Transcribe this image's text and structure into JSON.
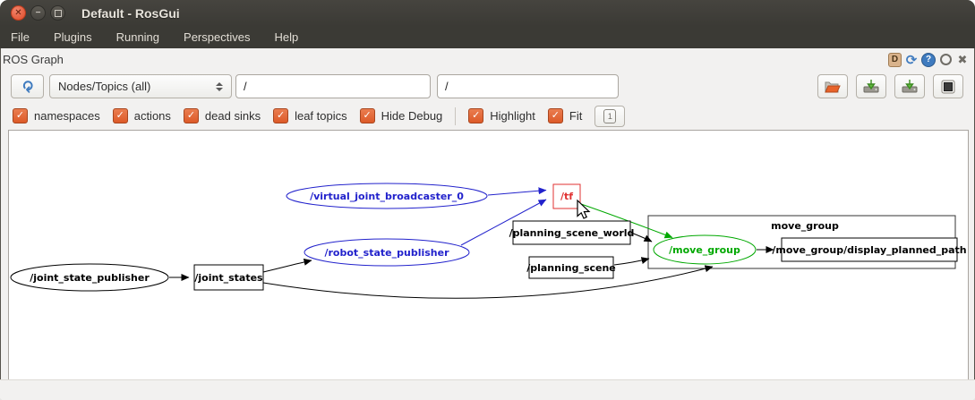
{
  "window": {
    "title": "Default - RosGui",
    "controls": {
      "close": "close",
      "minimize": "minimize",
      "maximize": "maximize"
    }
  },
  "menu": {
    "items": [
      "File",
      "Plugins",
      "Running",
      "Perspectives",
      "Help"
    ]
  },
  "panel": {
    "title": "ROS Graph",
    "header_icons": [
      "dock-icon",
      "reload-icon",
      "help-icon",
      "float-icon",
      "close-icon"
    ]
  },
  "toolbar": {
    "refresh_icon": "refresh-graph",
    "graph_type": "Nodes/Topics (all)",
    "filter1": "/",
    "filter2": "/",
    "buttons": [
      "load-dot-file",
      "save-dot-file",
      "save-as-image",
      "fit-in-view"
    ]
  },
  "options": {
    "checkboxes": [
      {
        "label": "namespaces",
        "checked": true
      },
      {
        "label": "actions",
        "checked": true
      },
      {
        "label": "dead sinks",
        "checked": true
      },
      {
        "label": "leaf topics",
        "checked": true
      },
      {
        "label": "Hide Debug",
        "checked": true
      },
      {
        "label": "Highlight",
        "checked": true
      },
      {
        "label": "Fit",
        "checked": true
      }
    ],
    "check_glyph": "✓",
    "fit_button_glyph": "1"
  },
  "graph": {
    "cluster": {
      "label": "move_group"
    },
    "nodes": [
      {
        "id": "joint_state_publisher",
        "label": "/joint_state_publisher",
        "shape": "ellipse",
        "color": "#000000"
      },
      {
        "id": "joint_states",
        "label": "/joint_states",
        "shape": "box",
        "color": "#000000"
      },
      {
        "id": "virtual_joint_broadcaster_0",
        "label": "/virtual_joint_broadcaster_0",
        "shape": "ellipse",
        "color": "#2222cc"
      },
      {
        "id": "robot_state_publisher",
        "label": "/robot_state_publisher",
        "shape": "ellipse",
        "color": "#2222cc"
      },
      {
        "id": "tf",
        "label": "/tf",
        "shape": "box",
        "color": "#e03131",
        "hovered": true
      },
      {
        "id": "planning_scene_world",
        "label": "/planning_scene_world",
        "shape": "box",
        "color": "#000000"
      },
      {
        "id": "planning_scene",
        "label": "/planning_scene",
        "shape": "box",
        "color": "#000000"
      },
      {
        "id": "move_group",
        "label": "/move_group",
        "shape": "ellipse",
        "color": "#00a800"
      },
      {
        "id": "move_group_display_planned_path",
        "label": "/move_group/display_planned_path",
        "shape": "box",
        "color": "#000000"
      }
    ],
    "edges": [
      {
        "from": "/joint_state_publisher",
        "to": "/joint_states",
        "color": "#000000"
      },
      {
        "from": "/joint_states",
        "to": "/robot_state_publisher",
        "color": "#000000"
      },
      {
        "from": "/joint_states",
        "to": "/move_group",
        "color": "#000000"
      },
      {
        "from": "/virtual_joint_broadcaster_0",
        "to": "/tf",
        "color": "#2222cc"
      },
      {
        "from": "/robot_state_publisher",
        "to": "/tf",
        "color": "#2222cc"
      },
      {
        "from": "/tf",
        "to": "/move_group",
        "color": "#00a800"
      },
      {
        "from": "/planning_scene_world",
        "to": "/move_group",
        "color": "#000000"
      },
      {
        "from": "/planning_scene",
        "to": "/move_group",
        "color": "#000000"
      },
      {
        "from": "/move_group",
        "to": "/move_group/display_planned_path",
        "color": "#000000"
      }
    ]
  },
  "colors": {
    "titlebar": "#3b3a35",
    "panel_bg": "#f2f1f0",
    "checkbox_orange": "#dd5a28",
    "highlight_blue": "#2222cc",
    "highlight_green": "#00a800",
    "hover_red": "#e03131",
    "accent_blue": "#3f7bbf"
  }
}
